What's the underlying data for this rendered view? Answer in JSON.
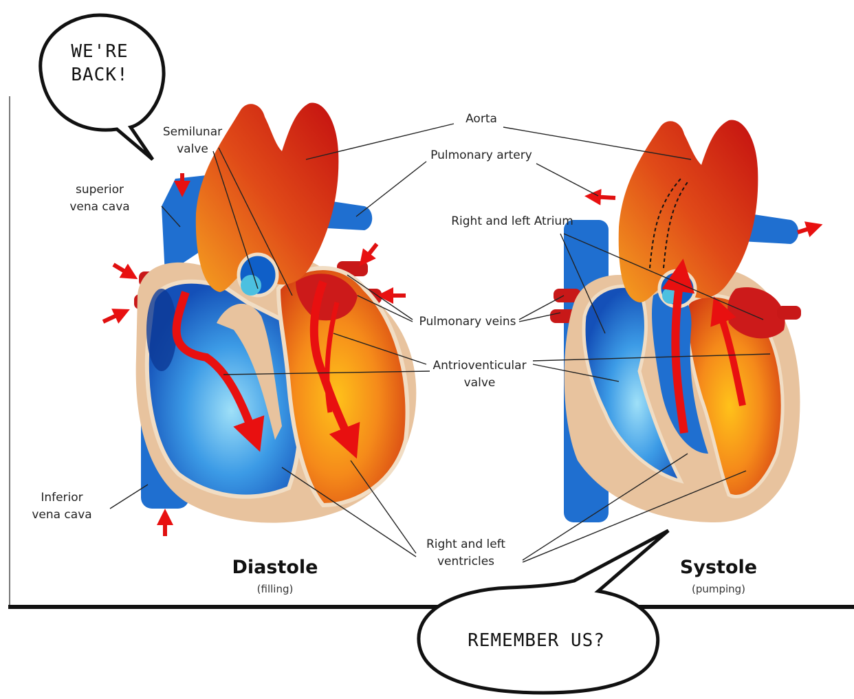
{
  "bubbles": {
    "top": "WE'RE\nBACK!",
    "bottom": "REMEMBER US?"
  },
  "labels": {
    "semilunar": "Semilunar\nvalve",
    "aorta": "Aorta",
    "pulmonary_artery": "Pulmonary artery",
    "superior_vena_cava": "superior\nvena cava",
    "atrium": "Right and left Atrium",
    "pulmonary_veins": "Pulmonary veins",
    "av_valve": "Antrioventicular\nvalve",
    "inferior_vena_cava": "Inferior\nvena cava",
    "ventricles": "Right and left\nventricles"
  },
  "panels": {
    "diastole": {
      "title": "Diastole",
      "subtitle": "(filling)"
    },
    "systole": {
      "title": "Systole",
      "subtitle": "(pumping)"
    }
  },
  "colors": {
    "vein_blue": "#1f6fd0",
    "artery_red": "#cc1111",
    "chamber_orange": "#f08a1a",
    "muscle_tan": "#e8c39e",
    "arrow_red": "#e81010"
  }
}
